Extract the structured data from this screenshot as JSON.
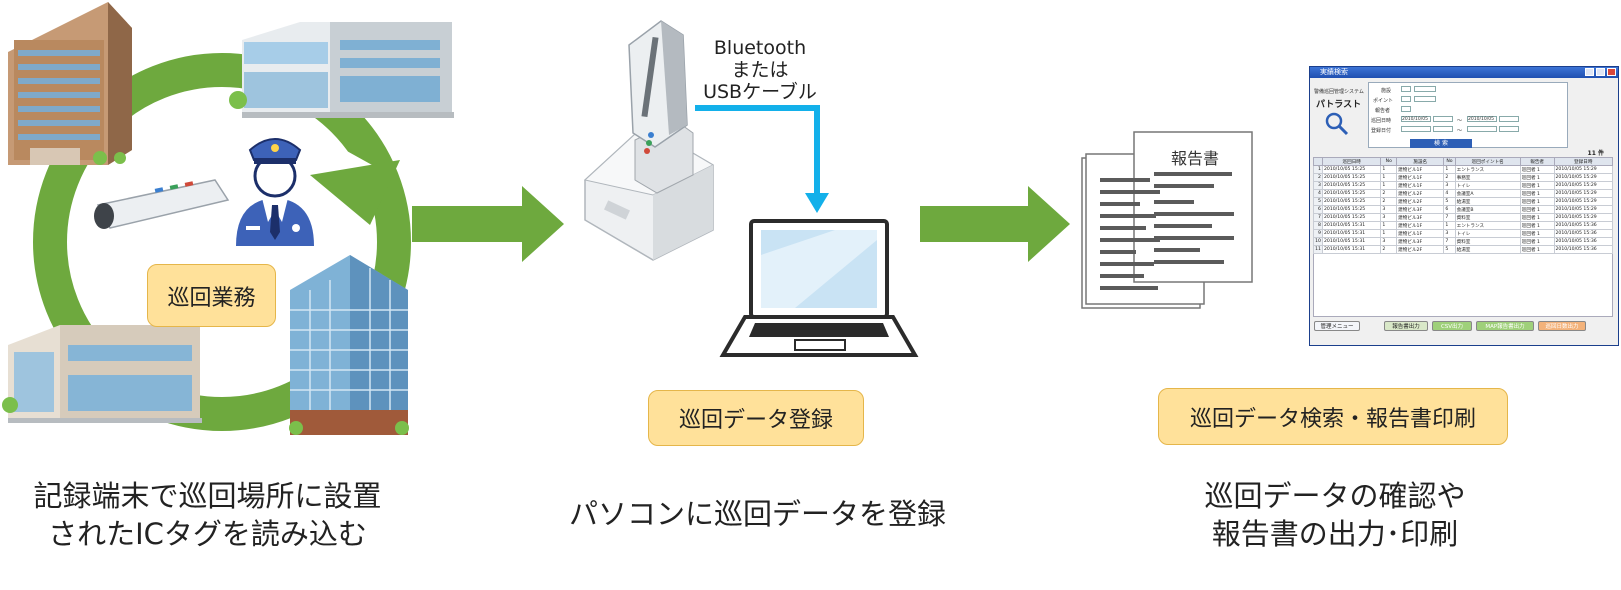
{
  "colors": {
    "arrow_green": "#6ea93e",
    "connector_blue": "#13b0ea",
    "label_fill": "#ffe19a",
    "label_border": "#e5b64a",
    "police_blue": "#3d62b8"
  },
  "step1": {
    "label": "巡回業務",
    "caption_line1": "記録端末で巡回場所に設置",
    "caption_line2": "されたICタグを読み込む"
  },
  "step2": {
    "connection_line1": "Bluetooth",
    "connection_line2": "または",
    "connection_line3": "USBケーブル",
    "label": "巡回データ登録",
    "caption": "パソコンに巡回データを登録"
  },
  "step3": {
    "report_title": "報告書",
    "label": "巡回データ検索・報告書印刷",
    "caption_line1": "巡回データの確認や",
    "caption_line2": "報告書の出力･印刷"
  },
  "window": {
    "title": "実績検索",
    "system_sub": "警備巡回管理システム",
    "system_name": "パトラスト",
    "field_facility": "施設",
    "field_point": "ポイント",
    "field_reporter": "報告者",
    "field_patrol_datetime": "巡回日時",
    "field_registered_date": "登録日付",
    "date_from": "2010/10/05",
    "date_to": "2010/10/05",
    "range_sep": "～",
    "search_button": "検 索",
    "count": "11 件",
    "columns": [
      "巡回日時",
      "No",
      "施設名",
      "No",
      "巡回ポイント名",
      "報告者",
      "登録日時"
    ],
    "rows": [
      [
        "2010/10/05 15:25",
        "1",
        "建物ビル1F",
        "1",
        "エントランス",
        "巡回者 1",
        "2010/10/05 15:29"
      ],
      [
        "2010/10/05 15:25",
        "1",
        "建物ビル1F",
        "2",
        "事務室",
        "巡回者 1",
        "2010/10/05 15:29"
      ],
      [
        "2010/10/05 15:25",
        "1",
        "建物ビル1F",
        "3",
        "トイレ",
        "巡回者 1",
        "2010/10/05 15:29"
      ],
      [
        "2010/10/05 15:25",
        "2",
        "建物ビル2F",
        "4",
        "会議室A",
        "巡回者 1",
        "2010/10/05 15:29"
      ],
      [
        "2010/10/05 15:25",
        "2",
        "建物ビル2F",
        "5",
        "給湯室",
        "巡回者 1",
        "2010/10/05 15:29"
      ],
      [
        "2010/10/05 15:25",
        "3",
        "建物ビル3F",
        "6",
        "会議室B",
        "巡回者 1",
        "2010/10/05 15:29"
      ],
      [
        "2010/10/05 15:25",
        "3",
        "建物ビル3F",
        "7",
        "資料室",
        "巡回者 1",
        "2010/10/05 15:29"
      ],
      [
        "2010/10/05 15:31",
        "1",
        "建物ビル1F",
        "1",
        "エントランス",
        "巡回者 1",
        "2010/10/05 15:36"
      ],
      [
        "2010/10/05 15:31",
        "1",
        "建物ビル1F",
        "3",
        "トイレ",
        "巡回者 1",
        "2010/10/05 15:36"
      ],
      [
        "2010/10/05 15:31",
        "3",
        "建物ビル3F",
        "7",
        "資料室",
        "巡回者 1",
        "2010/10/05 15:36"
      ],
      [
        "2010/10/05 15:31",
        "2",
        "建物ビル2F",
        "5",
        "給湯室",
        "巡回者 1",
        "2010/10/05 15:36"
      ]
    ],
    "menu_button": "管理メニュー",
    "report_button": "報告書出力",
    "csv_button": "CSV出力",
    "map_button": "MAP報告書出力",
    "print_button": "巡回日数出力"
  }
}
